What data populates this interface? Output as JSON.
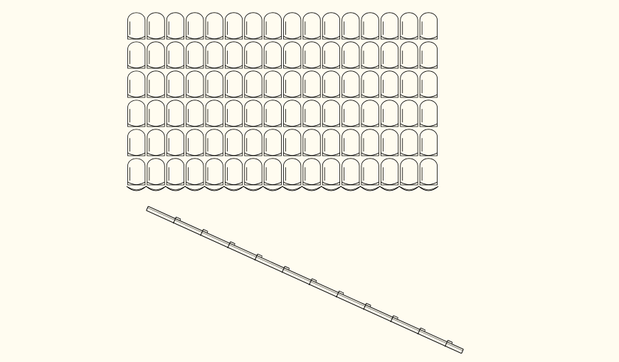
{
  "drawing": {
    "background_color": "#fffcf0",
    "line_color": "#000000",
    "roof_tile_plan": {
      "columns": 16,
      "rows": 6,
      "bottom_edge": "wavy"
    },
    "roof_tile_section": {
      "segments": 11
    }
  }
}
